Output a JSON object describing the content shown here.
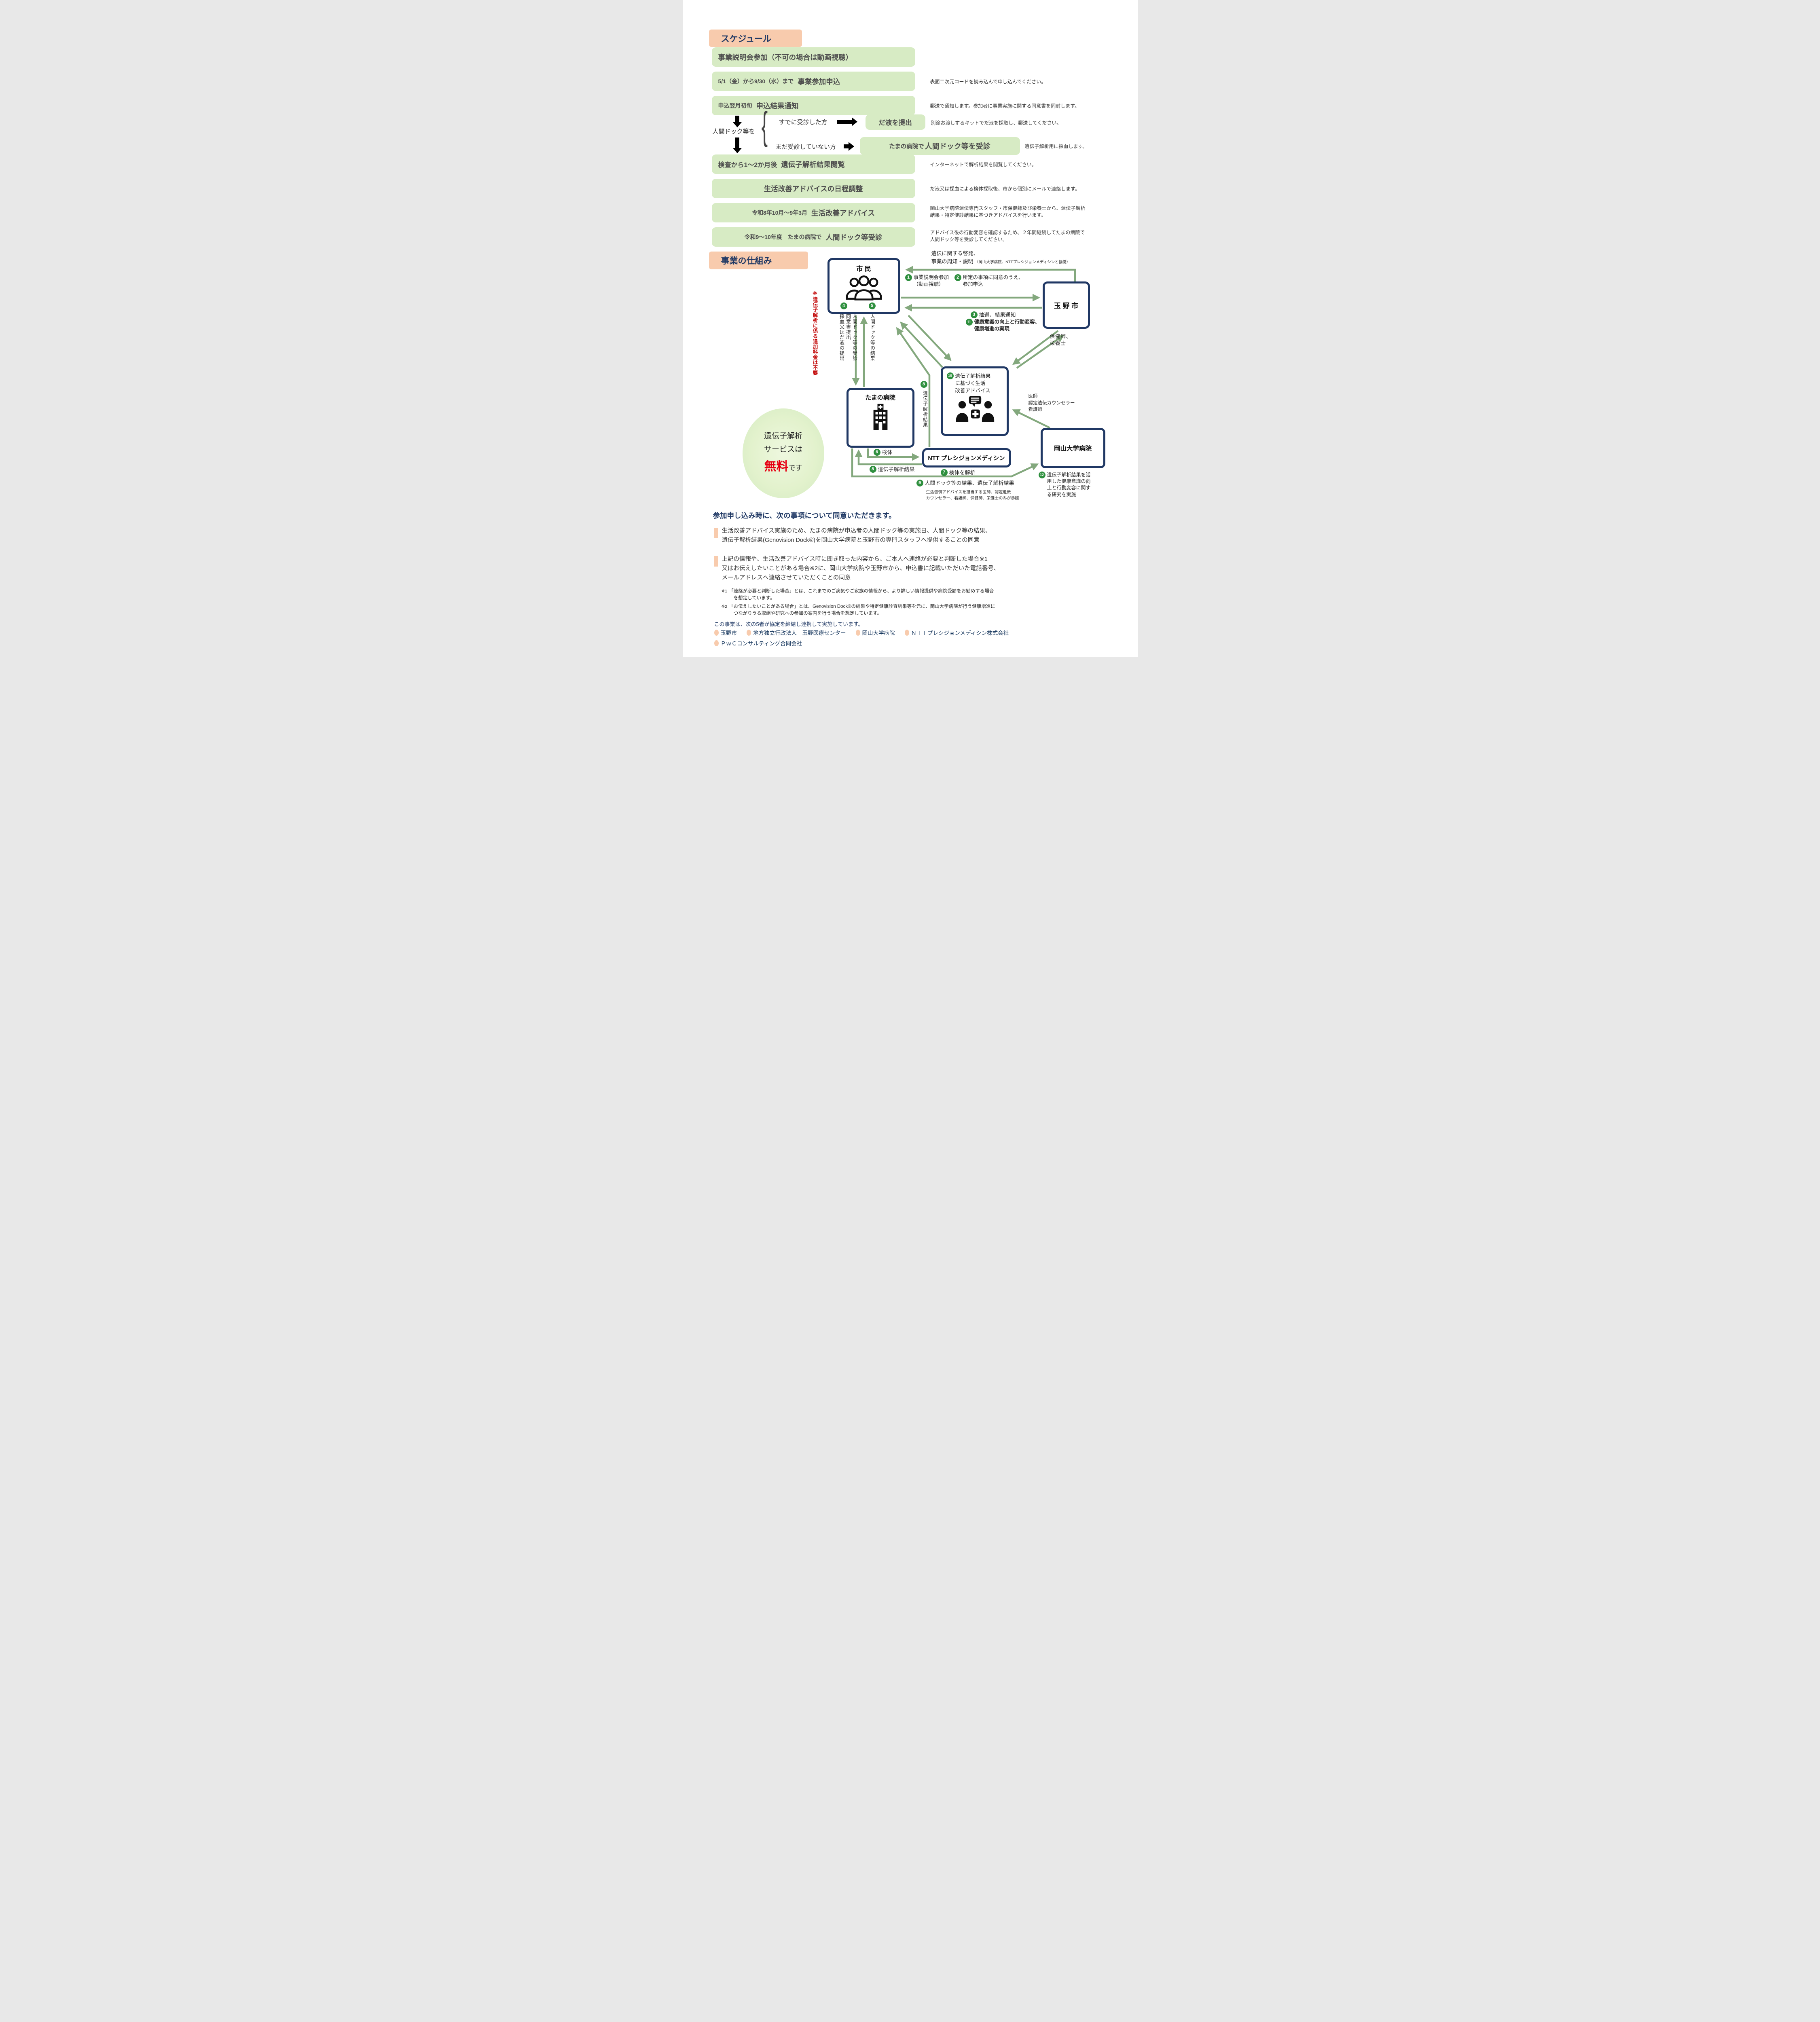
{
  "schedule": {
    "header": "スケジュール",
    "rows": [
      {
        "prefix": "",
        "title": "事業説明会参加（不可の場合は動画視聴）",
        "note": ""
      },
      {
        "prefix": "5/1（金）から9/30（水）まで",
        "title": "事業参加申込",
        "note": "表面二次元コードを読み込んで申し込んでください。"
      },
      {
        "prefix": "申込翌月初旬",
        "title": "申込結果通知",
        "note": "郵送で通知します。参加者に事業実施に関する同意書を同封します。"
      },
      {
        "prefix": "検査から1〜2か月後",
        "title": "遺伝子解析結果閲覧",
        "note": "インターネットで解析結果を閲覧してください。"
      },
      {
        "prefix": "",
        "title": "生活改善アドバイスの日程調整",
        "note": "だ液又は採血による検体採取後、市から個別にメールで連絡します。"
      },
      {
        "prefix": "令和8年10月〜9年3月",
        "title": "生活改善アドバイス",
        "note": "岡山大学病院遺伝専門スタッフ・市保健師及び栄養士から、遺伝子解析\n結果・特定健診結果に基づきアドバイスを行います。"
      },
      {
        "prefix": "令和9〜10年度　たまの病院で",
        "title": "人間ドック等受診",
        "note": "アドバイス後の行動変容を確認するため、２年間継続してたまの病院で\n人間ドック等を受診してください。"
      }
    ],
    "branch": {
      "stem": "人間ドック等を",
      "brace": "{",
      "top_label": "すでに受診した方",
      "top_box": "だ液を提出",
      "top_note": "別途お渡しするキットでだ液を採取し、郵送してください。",
      "bottom_label": "まだ受診していない方",
      "bottom_box_prefix": "たまの病院で",
      "bottom_box_title": "人間ドック等を受診",
      "bottom_note": "遺伝子解析用に採血します。"
    }
  },
  "free_badge": {
    "line1": "遺伝子解析",
    "line2": "サービスは",
    "em": "無料",
    "tail": "です"
  },
  "diagram": {
    "header": "事業の仕組み",
    "nodes": {
      "citizens": "市 民",
      "tamano_city": "玉 野 市",
      "tama_hospital": "たまの病院",
      "advice_num": "10",
      "advice_text": "遺伝子解析結果\nに基づく生活\n改善アドバイス",
      "ntt": "NTT プレシジョンメディシン",
      "okayama": "岡山大学病院"
    },
    "labels": {
      "awareness1": "遺伝に関する啓発、",
      "awareness2": "事業の周知・説明",
      "awareness2_small": "（岡山大学病院、NTTプレシジョンメディシンと協働）",
      "s1_num": "1",
      "s1_text": "事業説明会参加\n（動画視聴）",
      "s2_num": "2",
      "s2_text": "所定の事項に同意のうえ、\n参加申込",
      "s3_num": "3",
      "s3_text": "抽選、結果通知",
      "s4_num": "4",
      "s4_vtext": "人間ドック等の受診\n同意書提出\n採血又はだ液の提出",
      "s5_num": "5",
      "s5_vtext": "人間ドック等の結果",
      "s6_num": "6",
      "s6_text": "検体",
      "s7_num": "7",
      "s7_text": "検体を解析",
      "s8v_num": "8",
      "s8v_vtext": "遺伝子解析結果",
      "s8h_num": "8",
      "s8h_text": "遺伝子解析結果",
      "s9_num": "9",
      "s9_text": "人間ドック等の結果、遺伝子解析結果",
      "s9_sub": "生活習慣アドバイスを担当する医師、認定遺伝\nカウンセラー、看護師、保健師、栄養士のみが参照",
      "s11_num": "11",
      "s11_text": "健康意識の向上と行動変容、\n健康増進の実現",
      "s12_num": "12",
      "s12_text": "遺伝子解析結果を活\n用した健康意識の向\n上と行動変容に関す\nる研究を実施",
      "staff_city": "保健師、\n栄養士",
      "staff_univ": "医師\n認定遺伝カウンセラー\n看護師",
      "free_note": "※遺伝子解析に係る追加料金は不要"
    }
  },
  "consent": {
    "heading": "参加申し込み時に、次の事項について同意いただきます。",
    "item1": "生活改善アドバイス実施のため、たまの病院が申込者の人間ドック等の実施日、人間ドック等の結果、\n遺伝子解析結果(Genovision Dock®)を岡山大学病院と玉野市の専門スタッフへ提供することの同意",
    "item2": "上記の情報や、生活改善アドバイス時に聞き取った内容から、ご本人へ連絡が必要と判断した場合※1\n又はお伝えしたいことがある場合※2に、岡山大学病院や玉野市から、申込書に記載いただいた電話番号、\nメールアドレスへ連絡させていただくことの同意",
    "note1_mark": "※1",
    "note1_text": "「連絡が必要と判断した場合」とは、これまでのご病気やご家族の情報から、より詳しい情報提供や病院受診をお勧めする場合\n　を想定しています。",
    "note2_mark": "※2",
    "note2_text": "「お伝えしたいことがある場合」とは、Genovision Dock®の結果や特定健康診査結果等を元に、岡山大学病院が行う健康増進に\n　つながりうる取組や研究への参加の案内を行う場合を想定しています。"
  },
  "footer": {
    "lead": "この事業は、次の5者が協定を締結し連携して実施しています。",
    "partners": [
      "玉野市",
      "地方独立行政法人　玉野医療センター",
      "岡山大学病院",
      "ＮＴＴプレシジョンメディシン株式会社",
      "ＰｗＣコンサルティング合同会社"
    ]
  }
}
